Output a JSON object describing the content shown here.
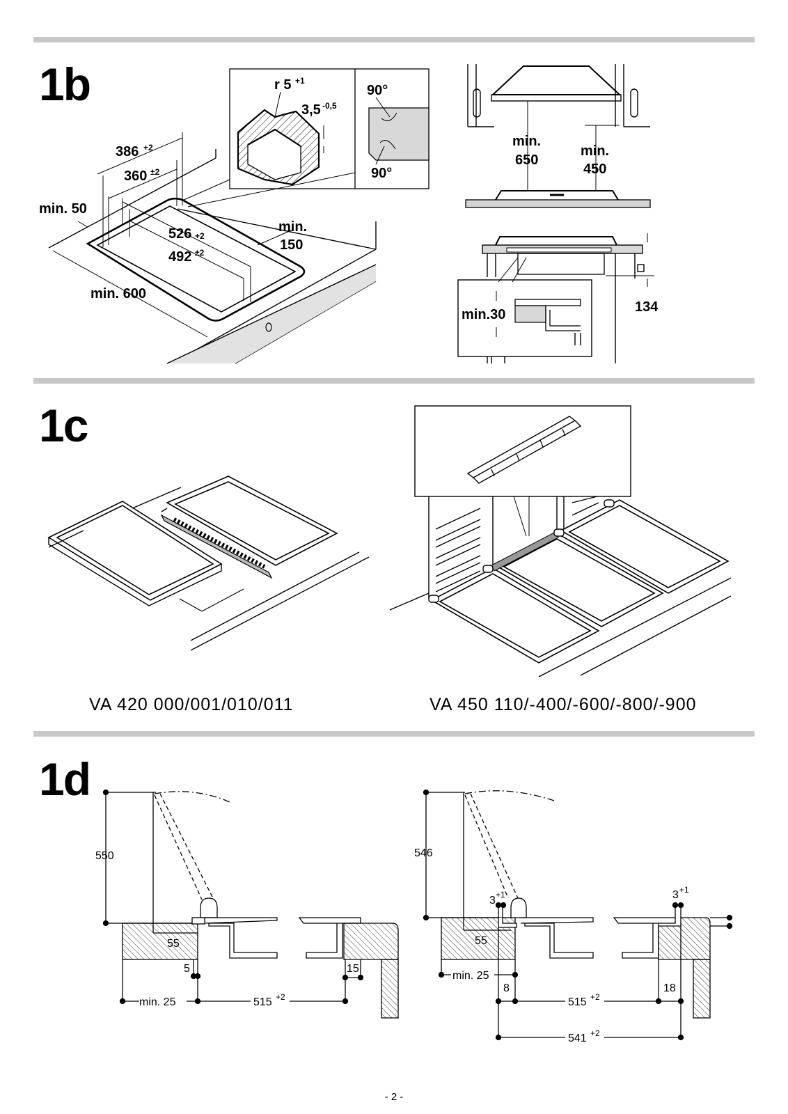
{
  "sections": {
    "s1b": "1b",
    "s1c": "1c",
    "s1d": "1d"
  },
  "fig1b": {
    "d386": "386",
    "d386_tol": "+2",
    "d360": "360",
    "d360_tol": "±2",
    "min50": "min. 50",
    "d526": "526",
    "d526_tol": "+2",
    "d492": "492",
    "d492_tol": "±2",
    "min150_a": "min.",
    "min150_b": "150",
    "min600": "min. 600",
    "radius": "r 5",
    "radius_tol": "+1",
    "depth": "3,5",
    "depth_tol": "-0,5",
    "angle_top": "90°",
    "angle_bottom": "90°",
    "min650_a": "min.",
    "min650_b": "650",
    "min450_a": "min.",
    "min450_b": "450",
    "min30": "min.30",
    "d134": "134"
  },
  "fig1c": {
    "model_left": "VA 420 000/001/010/011",
    "model_right": "VA 450 110/-400/-600/-800/-900"
  },
  "fig1d": {
    "left": {
      "height": "550",
      "d55": "55",
      "d5": "5",
      "d15": "15",
      "min25": "min. 25",
      "d515": "515",
      "d515_tol": "+2"
    },
    "right": {
      "height": "546",
      "d3a": "3",
      "d3a_tol": "+1",
      "d3b": "3",
      "d3b_tol": "+1",
      "d55": "55",
      "min25": "min. 25",
      "d8": "8",
      "d18": "18",
      "d515": "515",
      "d515_tol": "+2",
      "d541": "541",
      "d541_tol": "+2"
    }
  },
  "page_number": "- 2 -"
}
